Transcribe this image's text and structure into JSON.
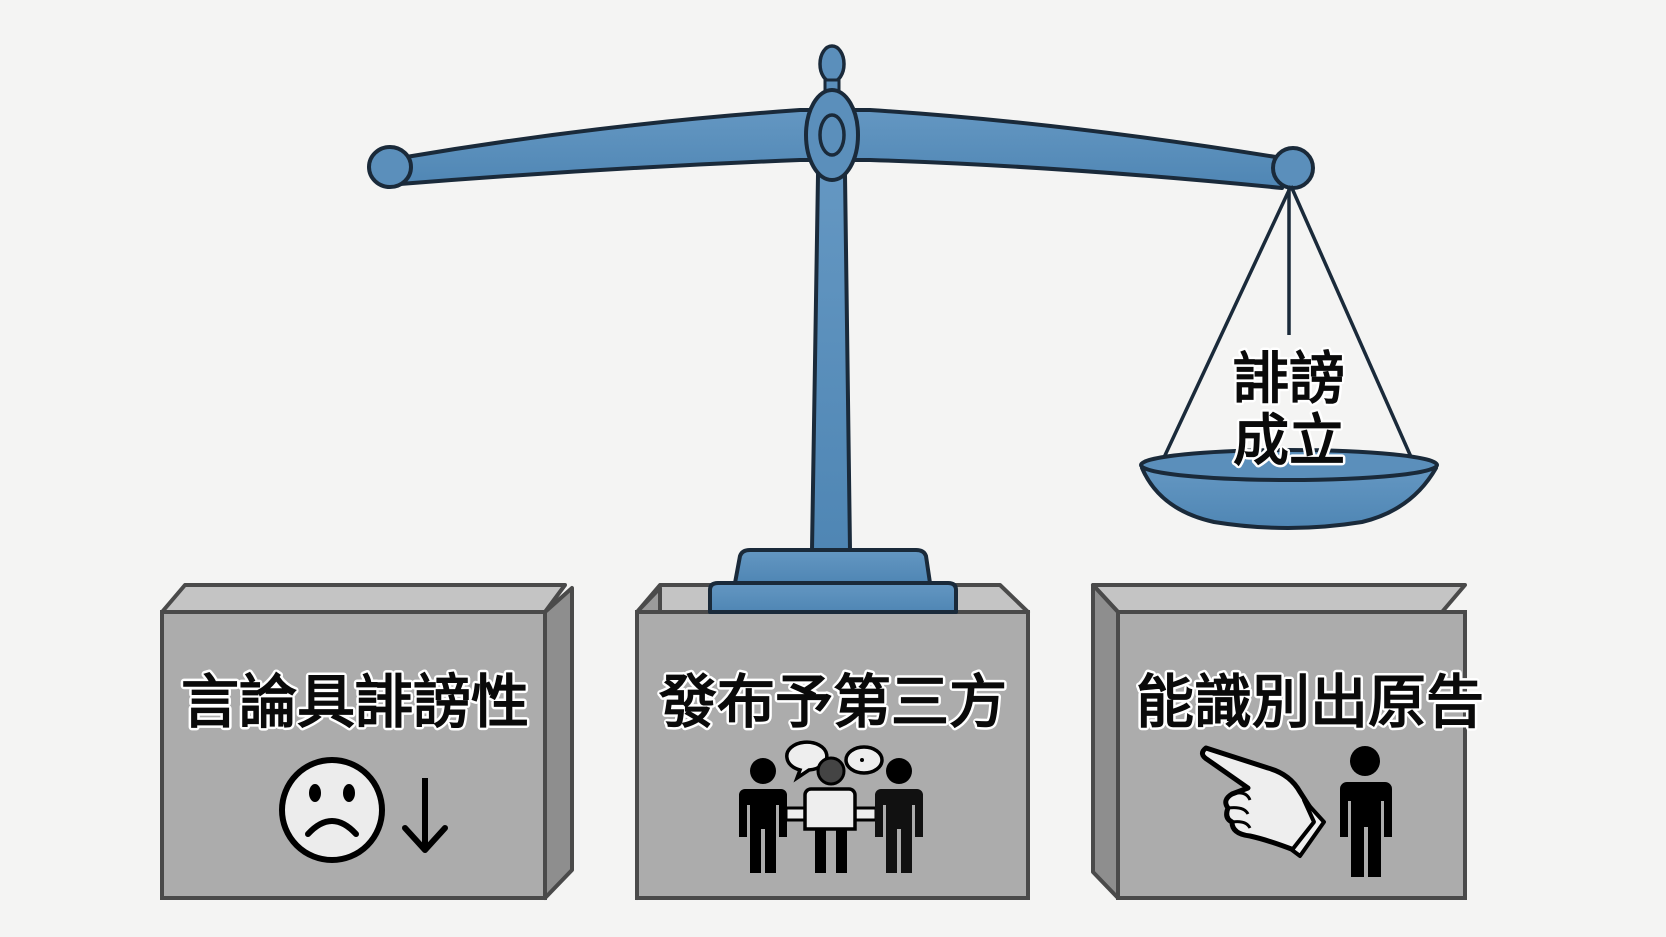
{
  "diagram": {
    "title": "Defamation elements scale",
    "colors": {
      "background": "#f4f4f3",
      "scale_blue": "#5b8fbb",
      "scale_outline": "#1a2a3a",
      "box_front": "#acacac",
      "box_top": "#c2c2c2",
      "box_side": "#8e8e8e",
      "box_outline": "#4a4a4a",
      "text": "#0a0a0a",
      "icon_light": "#eeeeee"
    },
    "scale": {
      "pan_label_line1": "誹謗",
      "pan_label_line2": "成立",
      "tilt": "right-side-down"
    },
    "blocks": [
      {
        "label": "言論具誹謗性",
        "icons": [
          "sad-face-icon",
          "down-arrow-icon"
        ]
      },
      {
        "label": "發布予第三方",
        "icons": [
          "people-talking-icon"
        ]
      },
      {
        "label": "能識別出原告",
        "icons": [
          "pointing-hand-icon",
          "person-icon"
        ]
      }
    ]
  }
}
